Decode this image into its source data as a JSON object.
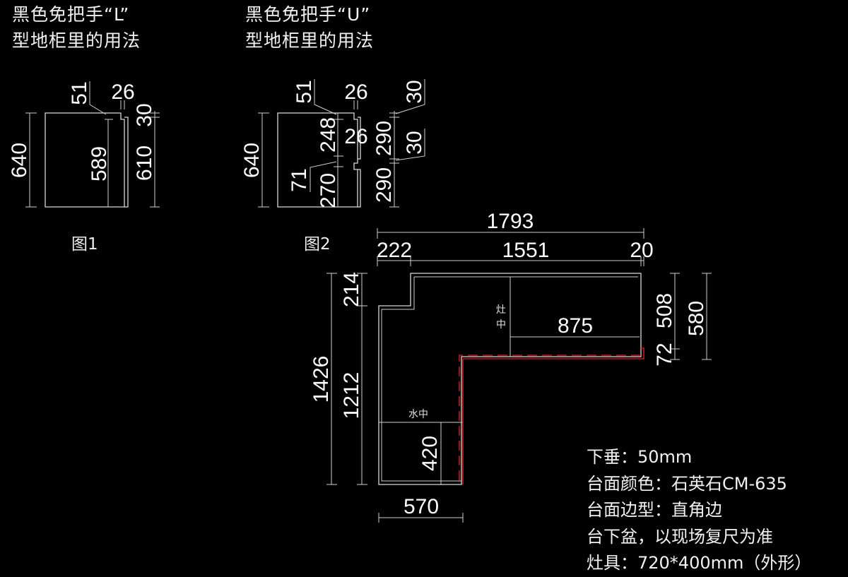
{
  "titles": {
    "left": [
      "黑色免把手“L”",
      "型地柜里的用法"
    ],
    "middle": [
      "黑色免把手“U”",
      "型地柜里的用法"
    ]
  },
  "figure1": {
    "caption": "图1",
    "dims": {
      "height_total": "640",
      "inner_height": "589",
      "right_height": "610",
      "top_gap": "51",
      "groove_width": "26",
      "top_offset": "30"
    }
  },
  "figure2": {
    "caption": "图2",
    "dims": {
      "height_total": "640",
      "top_gap": "51",
      "groove_width_top": "26",
      "upper_section": "248",
      "groove_width_mid": "26",
      "mid_gap": "71",
      "lower_section": "270",
      "right_top_offset": "30",
      "right_upper": "290",
      "right_mid_offset": "30",
      "right_lower": "290"
    }
  },
  "plan": {
    "overall_width": "1793",
    "left_step_width": "222",
    "main_width": "1551",
    "end_gap": "20",
    "overall_depth": "1426",
    "step_depth": "214",
    "lower_depth": "1212",
    "right_depth_total": "580",
    "right_upper_depth": "508",
    "right_lower_depth": "72",
    "cooktop_span": "875",
    "sink_depth": "420",
    "bottom_width": "570",
    "cooktop_center_label": [
      "灶",
      "中"
    ],
    "sink_center_label": "水中"
  },
  "notes": [
    "下垂：50mm",
    "台面颜色：石英石CM-635",
    "台面边型：直角边",
    "台下盆，以现场复尺为准",
    "灶具：720*400mm（外形）"
  ],
  "colors": {
    "background": "#000000",
    "line": "#d8d8d8",
    "highlight": "#c8141a",
    "text": "#ffffff"
  }
}
